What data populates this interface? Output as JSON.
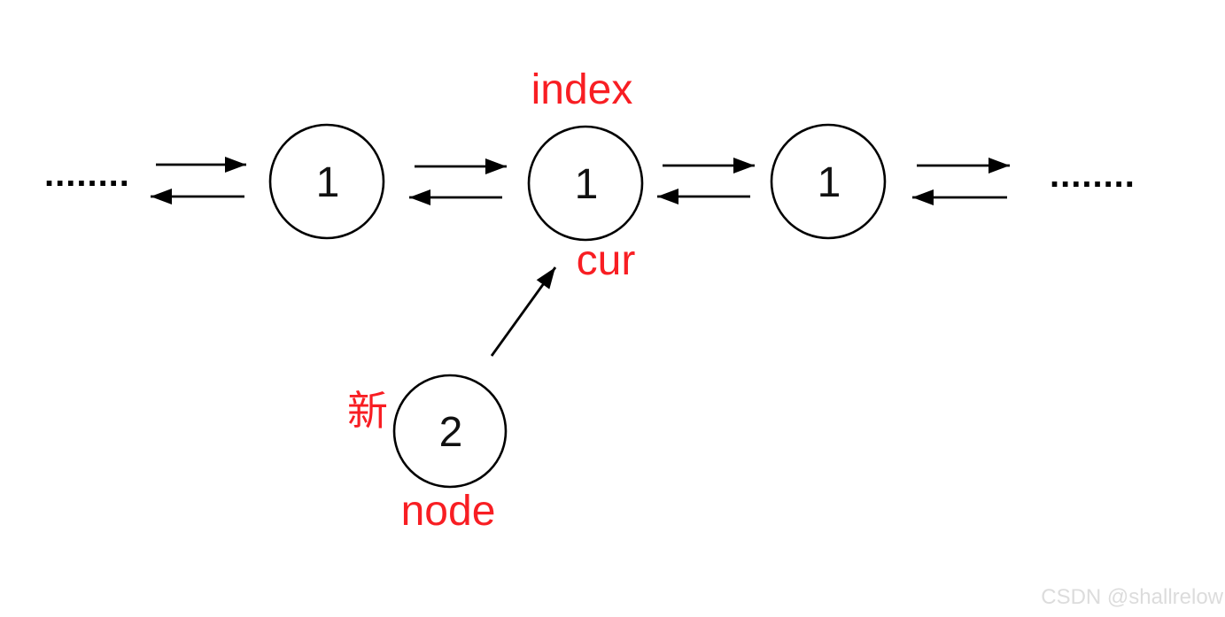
{
  "diagram": {
    "kind": "doubly-linked-list-insertion",
    "colors": {
      "annotation_red": "#f81e23",
      "line_black": "#000000",
      "node_fill": "#ffffff",
      "watermark_gray": "#dcdcdc",
      "background": "#ffffff"
    },
    "ellipsis": {
      "left": "........",
      "right": "........"
    },
    "nodes": [
      {
        "id": "left",
        "value": "1"
      },
      {
        "id": "index",
        "value": "1",
        "label_above": "index",
        "label_below": "cur"
      },
      {
        "id": "right",
        "value": "1"
      },
      {
        "id": "new",
        "value": "2",
        "label_left": "新",
        "label_below": "node"
      }
    ],
    "links": [
      {
        "id": "pair-1",
        "forward": "next",
        "backward": "prev"
      },
      {
        "id": "pair-2",
        "forward": "next",
        "backward": "prev"
      },
      {
        "id": "pair-3",
        "forward": "next",
        "backward": "prev"
      },
      {
        "id": "pair-4",
        "forward": "next",
        "backward": "prev"
      },
      {
        "id": "new-node-pointer",
        "meaning": "new node points to cur"
      }
    ]
  },
  "watermark": {
    "text": "CSDN @shallrelow"
  }
}
